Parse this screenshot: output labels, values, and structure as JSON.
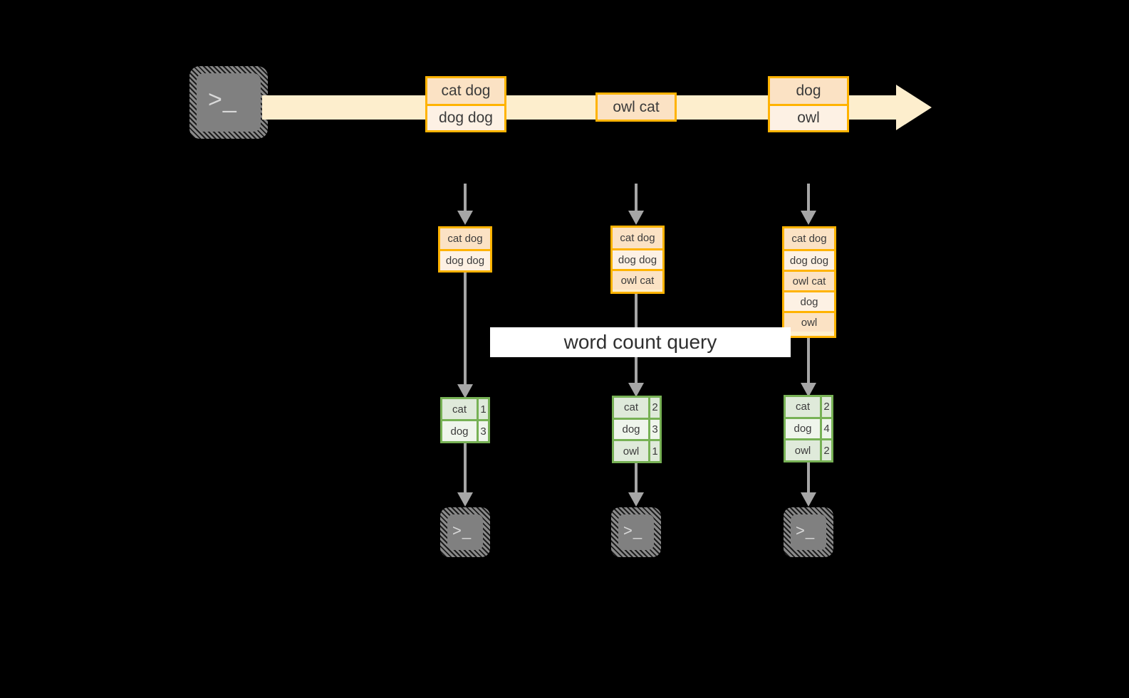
{
  "colors": {
    "background": "#000000",
    "stream_band": "#fdeecd",
    "card_border": "#ffb300",
    "card_fill_dark": "#fbe2c4",
    "card_fill_light": "#fdf1e4",
    "table_border": "#77b155",
    "table_fill_dark": "#dfeada",
    "table_fill_light": "#eff5ec",
    "connector": "#a6a6a6",
    "terminal_body": "#808080",
    "banner": "#ffffff",
    "text": "#3b3b3b"
  },
  "source": {
    "icon": "terminal-icon",
    "prompt_glyph": ">_"
  },
  "stream": {
    "direction": "left-to-right",
    "events": [
      {
        "lines": [
          "cat dog",
          "dog dog"
        ]
      },
      {
        "lines": [
          "owl cat"
        ]
      },
      {
        "lines": [
          "dog",
          "owl"
        ]
      }
    ]
  },
  "snapshots": [
    {
      "id": "snapshot-1",
      "accumulated": [
        "cat dog",
        "dog dog"
      ],
      "result": {
        "rows": [
          {
            "word": "cat",
            "count": "1"
          },
          {
            "word": "dog",
            "count": "3"
          }
        ]
      },
      "sink": {
        "icon": "terminal-icon",
        "prompt_glyph": ">_"
      }
    },
    {
      "id": "snapshot-2",
      "accumulated": [
        "cat dog",
        "dog dog",
        "owl cat"
      ],
      "result": {
        "rows": [
          {
            "word": "cat",
            "count": "2"
          },
          {
            "word": "dog",
            "count": "3"
          },
          {
            "word": "owl",
            "count": "1"
          }
        ]
      },
      "sink": {
        "icon": "terminal-icon",
        "prompt_glyph": ">_"
      }
    },
    {
      "id": "snapshot-3",
      "accumulated": [
        "cat dog",
        "dog dog",
        "owl cat",
        "dog",
        "owl"
      ],
      "result": {
        "rows": [
          {
            "word": "cat",
            "count": "2"
          },
          {
            "word": "dog",
            "count": "4"
          },
          {
            "word": "owl",
            "count": "2"
          }
        ]
      },
      "sink": {
        "icon": "terminal-icon",
        "prompt_glyph": ">_"
      }
    }
  ],
  "query": {
    "label": "word count query"
  }
}
